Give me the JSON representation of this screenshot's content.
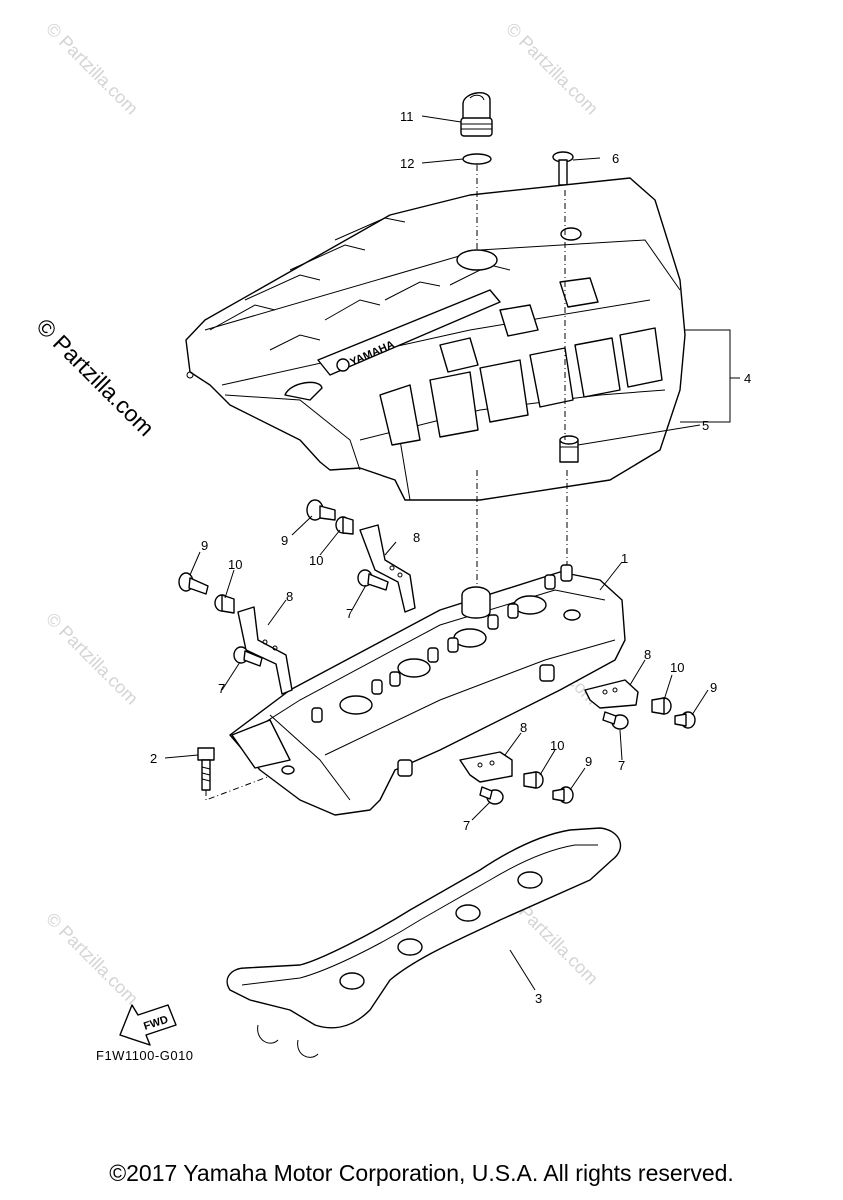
{
  "watermarks": {
    "small": "© Partzilla.com",
    "large": "© Partzilla.com"
  },
  "callouts": [
    {
      "id": "c11",
      "text": "11"
    },
    {
      "id": "c12",
      "text": "12"
    },
    {
      "id": "c6",
      "text": "6"
    },
    {
      "id": "c4",
      "text": "4"
    },
    {
      "id": "c5",
      "text": "5"
    },
    {
      "id": "c9a",
      "text": "9"
    },
    {
      "id": "c10a",
      "text": "10"
    },
    {
      "id": "c8a",
      "text": "8"
    },
    {
      "id": "c7a",
      "text": "7"
    },
    {
      "id": "c9b",
      "text": "9"
    },
    {
      "id": "c10b",
      "text": "10"
    },
    {
      "id": "c8b",
      "text": "8"
    },
    {
      "id": "c7b",
      "text": "7"
    },
    {
      "id": "c1",
      "text": "1"
    },
    {
      "id": "c8c",
      "text": "8"
    },
    {
      "id": "c10c",
      "text": "10"
    },
    {
      "id": "c9c",
      "text": "9"
    },
    {
      "id": "c7c",
      "text": "7"
    },
    {
      "id": "c2",
      "text": "2"
    },
    {
      "id": "c8d",
      "text": "8"
    },
    {
      "id": "c10d",
      "text": "10"
    },
    {
      "id": "c9d",
      "text": "9"
    },
    {
      "id": "c7d",
      "text": "7"
    },
    {
      "id": "c3",
      "text": "3"
    }
  ],
  "cover_logo": "YAMAHA",
  "fwd_label": "FWD",
  "reference_code": "F1W1100-G010",
  "copyright": "©2017 Yamaha Motor Corporation, U.S.A. All rights reserved."
}
